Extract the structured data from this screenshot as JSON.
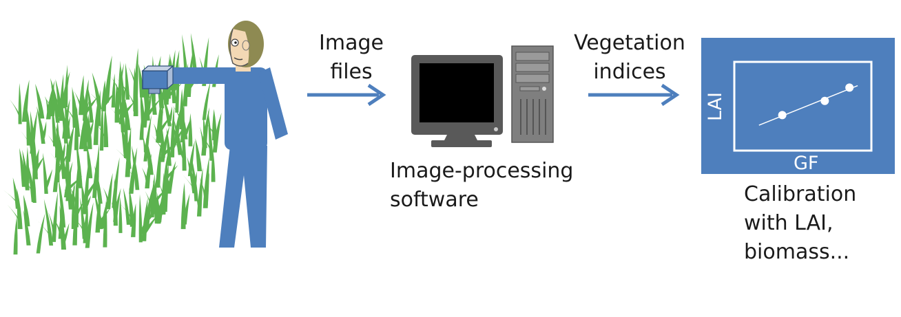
{
  "flow": {
    "arrow1_label": [
      "Image",
      "files"
    ],
    "arrow2_label": [
      "Vegetation",
      "indices"
    ],
    "computer_label": [
      "Image-processing",
      "software"
    ],
    "plot_caption": [
      "Calibration",
      "with LAI,",
      "biomass..."
    ]
  },
  "plot": {
    "ylabel": "LAI",
    "xlabel": "GF",
    "points": [
      {
        "x": 0.35,
        "y": 0.4
      },
      {
        "x": 0.66,
        "y": 0.56
      },
      {
        "x": 0.84,
        "y": 0.71
      }
    ]
  },
  "colors": {
    "accent_blue": "#4e7fbd",
    "plant_green": "#5cb24f",
    "hair": "#8e8a52",
    "skin": "#f3d8b4",
    "monitor_body": "#595959",
    "screen": "#000000",
    "tower": "#7f7f7f"
  }
}
